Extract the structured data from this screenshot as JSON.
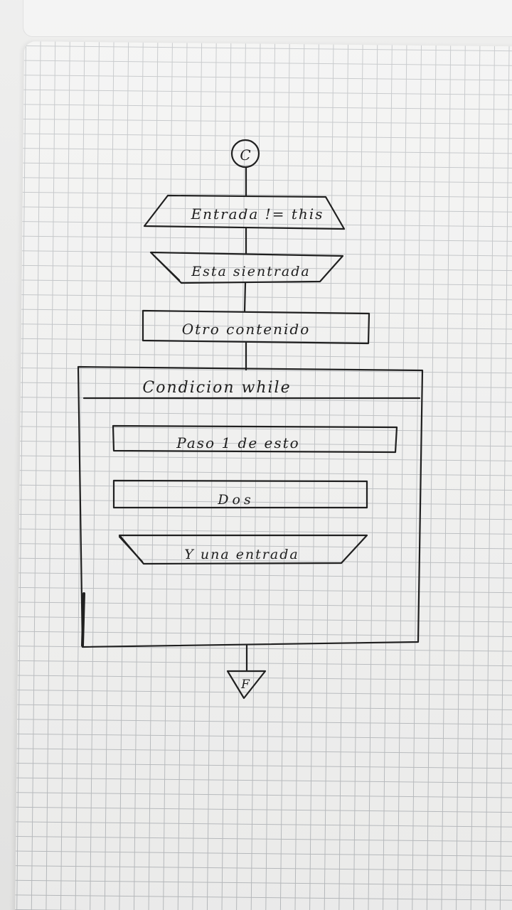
{
  "diagram": {
    "start_connector": "C",
    "input_1": "Entrada != this",
    "output_1": "Esta sientrada",
    "process_1": "Otro contenido",
    "loop_condition": "Condicion while",
    "loop_step_1": "Paso 1 de esto",
    "loop_step_2": "Dos",
    "loop_output": "Y una entrada",
    "end_connector": "F"
  }
}
